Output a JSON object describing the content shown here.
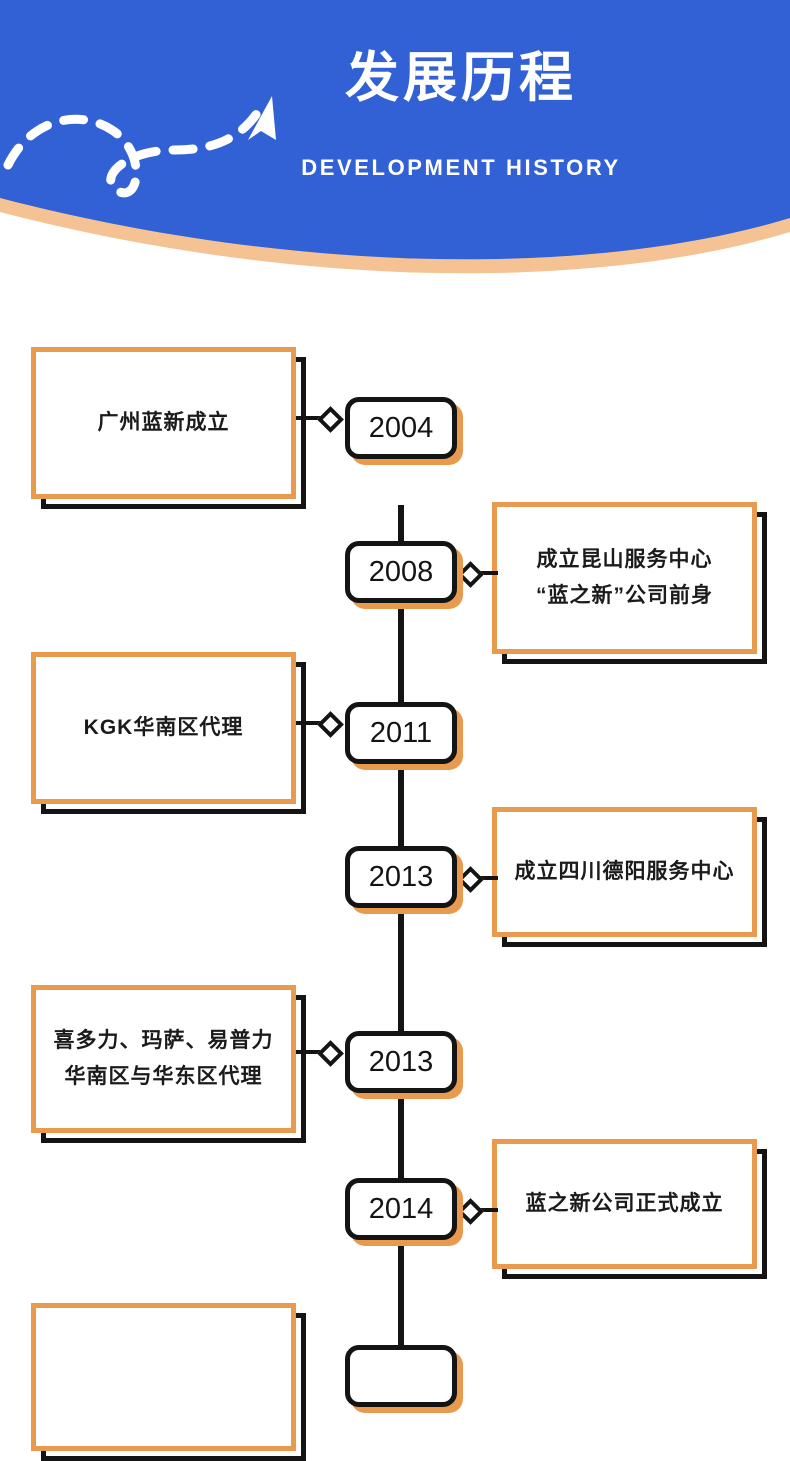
{
  "header": {
    "title": "发展历程",
    "subtitle": "DEVELOPMENT HISTORY",
    "bg_color": "#3161D4",
    "band_color": "#F5C393",
    "text_color": "#FFFFFF",
    "arrow_icon": "dashed-curve-arrow-icon"
  },
  "theme": {
    "orange": "#E89B4F",
    "black": "#141414",
    "white": "#FFFFFF"
  },
  "timeline": {
    "entries": [
      {
        "year": "2004",
        "side": "left",
        "text": "广州蓝新成立"
      },
      {
        "year": "2008",
        "side": "right",
        "text": "成立昆山服务中心\n“蓝之新”公司前身"
      },
      {
        "year": "2011",
        "side": "left",
        "text": "KGK华南区代理"
      },
      {
        "year": "2013",
        "side": "right",
        "text": "成立四川德阳服务中心"
      },
      {
        "year": "2013",
        "side": "left",
        "text": "喜多力、玛萨、易普力\n华南区与华东区代理"
      },
      {
        "year": "2014",
        "side": "right",
        "text": "蓝之新公司正式成立"
      },
      {
        "year": "",
        "side": "left",
        "text": ""
      }
    ]
  }
}
